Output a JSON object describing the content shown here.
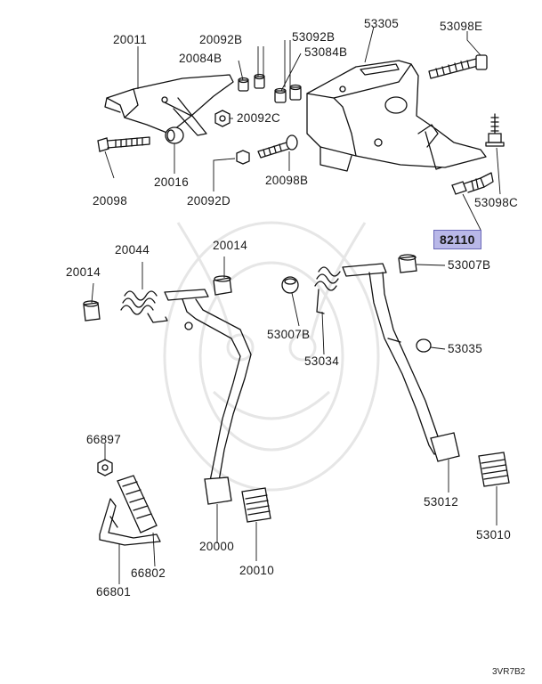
{
  "diagram": {
    "labels": {
      "p20011": "20011",
      "p20092B": "20092B",
      "p20084B": "20084B",
      "p53092B": "53092B",
      "p53084B": "53084B",
      "p53305": "53305",
      "p53098E": "53098E",
      "p20092C": "20092C",
      "p20098": "20098",
      "p20016": "20016",
      "p20092D": "20092D",
      "p20098B": "20098B",
      "p53098C": "53098C",
      "p82110": "82110",
      "p20044": "20044",
      "p20014a": "20014",
      "p20014b": "20014",
      "p53007B_right": "53007B",
      "p53007B_left": "53007B",
      "p53034": "53034",
      "p53035": "53035",
      "p66897": "66897",
      "p53012": "53012",
      "p53010": "53010",
      "p66802": "66802",
      "p20000": "20000",
      "p20010": "20010",
      "p66801": "66801"
    },
    "figure_code": "3VR7B2",
    "highlight_color": "#b9b8e8"
  }
}
